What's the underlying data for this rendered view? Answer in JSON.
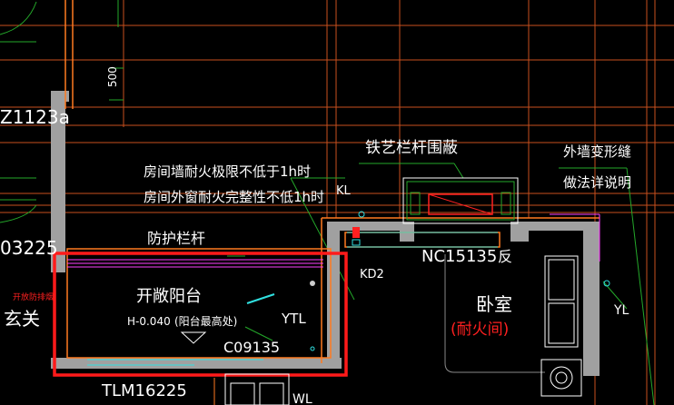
{
  "colors": {
    "background": "#000000",
    "grid_orange": "#c8501e",
    "grid_green": "#24a82a",
    "wall_gray": "#a0a0a0",
    "highlight_red": "#ff1a1a",
    "cyan": "#30e0e0",
    "magenta": "#ff40ff",
    "text": "#ffffff"
  },
  "labels": {
    "dim_500": "500",
    "door_z1123": "Z1123a",
    "code_03225": "03225",
    "fire_entry_small": "开放防排烟",
    "xuanguan": "玄关",
    "fire_wall_note": "房间墙耐火极限不低于1h时",
    "fire_window_note": "房间外窗耐火完整性不低1h时",
    "guardrail": "防护栏杆",
    "open_balcony": "开敞阳台",
    "balcony_elev": "H-0.040",
    "balcony_elev_note": "(阳台最高处)",
    "ytl_left": "YTL",
    "window_c": "C09135",
    "door_tlm": "TLM16225",
    "wl": "WL",
    "kl": "KL",
    "kd2": "KD2",
    "iron_railing": "铁艺栏杆围蔽",
    "nc_window": "NC15135",
    "fan": "反",
    "bedroom": "卧室",
    "refuge_room": "(耐火间)",
    "ext_wall_1": "外墙变形缝",
    "ext_wall_2": "做法详说明",
    "ytl_right": "YL"
  },
  "highlight": {
    "description_visible": false
  }
}
